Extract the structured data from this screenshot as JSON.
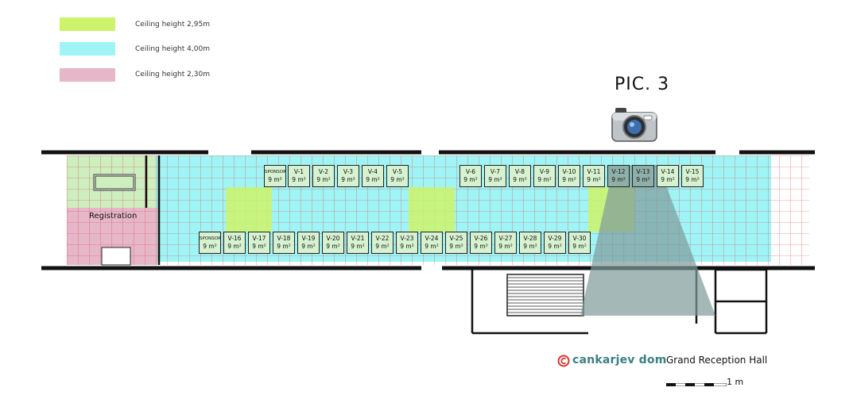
{
  "legend": [
    {
      "label": "Ceiling height 2,95m",
      "color": "#ccf36a"
    },
    {
      "label": "Ceiling height 4,00m",
      "color": "#9ff4f6"
    },
    {
      "label": "Ceiling height 2,30m",
      "color": "#e6b7c8"
    }
  ],
  "pic_label": "PIC. 3",
  "registration_label": "Registration",
  "booths_top": [
    {
      "id": "SPONSOR",
      "size": "9 m²"
    },
    {
      "id": "V-1",
      "size": "9 m²"
    },
    {
      "id": "V-2",
      "size": "9 m²"
    },
    {
      "id": "V-3",
      "size": "9 m²"
    },
    {
      "id": "V-4",
      "size": "9 m²"
    },
    {
      "id": "V-5",
      "size": "9 m²"
    },
    {
      "id": "V-6",
      "size": "9 m²"
    },
    {
      "id": "V-7",
      "size": "9 m²"
    },
    {
      "id": "V-8",
      "size": "9 m²"
    },
    {
      "id": "V-9",
      "size": "9 m²"
    },
    {
      "id": "V-10",
      "size": "9 m²"
    },
    {
      "id": "V-11",
      "size": "9 m²"
    },
    {
      "id": "V-12",
      "size": "9 m²"
    },
    {
      "id": "V-13",
      "size": "9 m²"
    },
    {
      "id": "V-14",
      "size": "9 m²"
    },
    {
      "id": "V-15",
      "size": "9 m²"
    }
  ],
  "booths_bottom": [
    {
      "id": "SPONSOR",
      "size": "9 m²"
    },
    {
      "id": "V-16",
      "size": "9 m²"
    },
    {
      "id": "V-17",
      "size": "9 m²"
    },
    {
      "id": "V-18",
      "size": "9 m²"
    },
    {
      "id": "V-19",
      "size": "9 m²"
    },
    {
      "id": "V-20",
      "size": "9 m²"
    },
    {
      "id": "V-21",
      "size": "9 m²"
    },
    {
      "id": "V-22",
      "size": "9 m²"
    },
    {
      "id": "V-23",
      "size": "9 m²"
    },
    {
      "id": "V-24",
      "size": "9 m²"
    },
    {
      "id": "V-25",
      "size": "9 m²"
    },
    {
      "id": "V-26",
      "size": "9 m²"
    },
    {
      "id": "V-27",
      "size": "9 m²"
    },
    {
      "id": "V-28",
      "size": "9 m²"
    },
    {
      "id": "V-29",
      "size": "9 m²"
    },
    {
      "id": "V-30",
      "size": "9 m²"
    }
  ],
  "footer": {
    "brand": "cankarjev dom",
    "title": "Grand Reception Hall"
  },
  "scale_label": "1 m",
  "colors": {
    "grid_line": "#e04848",
    "wall": "#111111",
    "registration_area": "#e6b7c8",
    "reception_desk_area": "#cdeebe",
    "camera_view": "#7f9a9a"
  }
}
